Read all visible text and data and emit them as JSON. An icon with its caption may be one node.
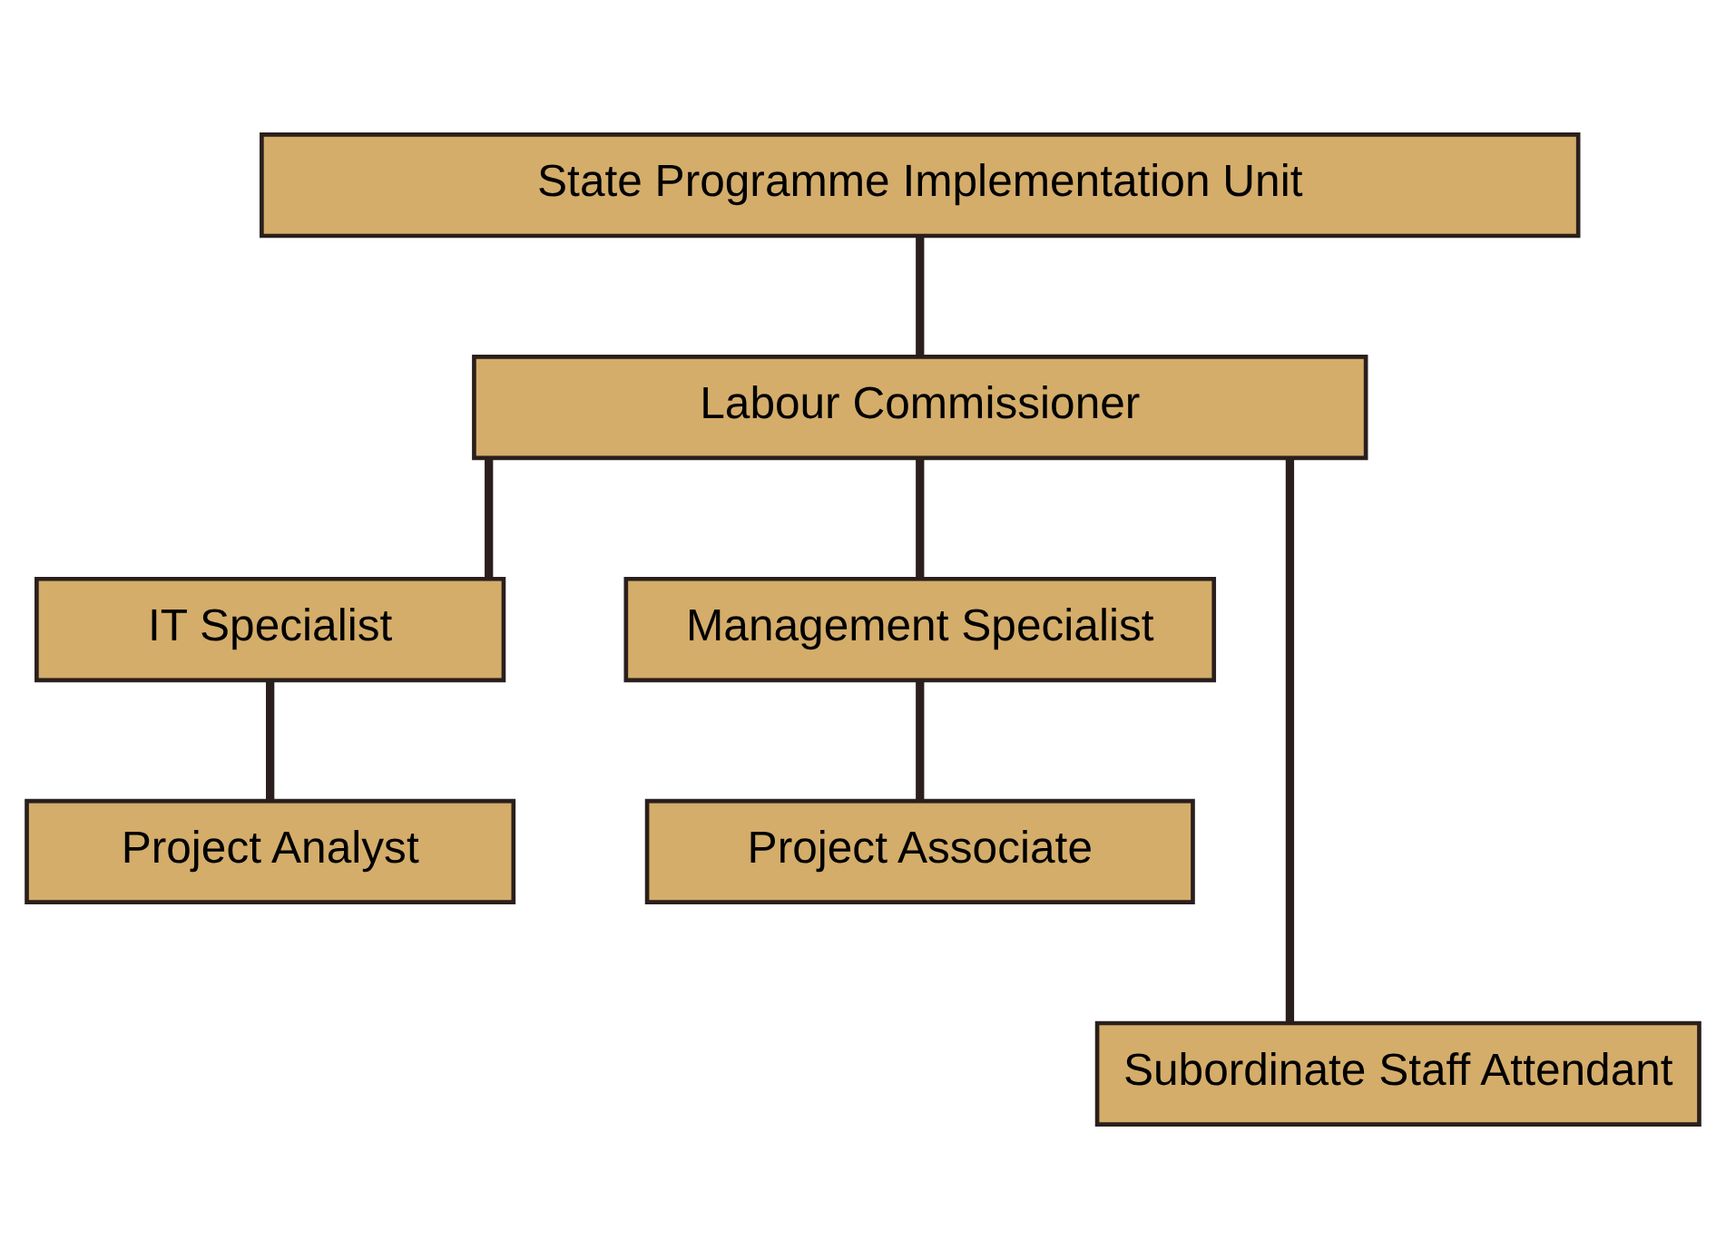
{
  "diagram": {
    "nodes": [
      {
        "text": [
          "State Programme Implementation Unit"
        ]
      },
      {
        "text": [
          "Labour Commissioner"
        ]
      },
      {
        "text": [
          "IT Specialist"
        ]
      },
      {
        "text": [
          "Management Specialist"
        ]
      },
      {
        "text": [
          "Project Analyst"
        ]
      },
      {
        "text": [
          "Project Associate"
        ]
      },
      {
        "text": [
          "Subordinate Staff Attendant"
        ]
      }
    ],
    "edges": [
      {
        "from": 0,
        "to": 1,
        "arrow": "none"
      },
      {
        "from": 1,
        "to": 2,
        "arrow": "none"
      },
      {
        "from": 1,
        "to": 6,
        "arrow": "none"
      },
      {
        "from": 1,
        "to": 3,
        "arrow": "none"
      },
      {
        "from": 2,
        "to": 4,
        "arrow": "none"
      },
      {
        "from": 3,
        "to": 5,
        "arrow": "none"
      }
    ]
  }
}
